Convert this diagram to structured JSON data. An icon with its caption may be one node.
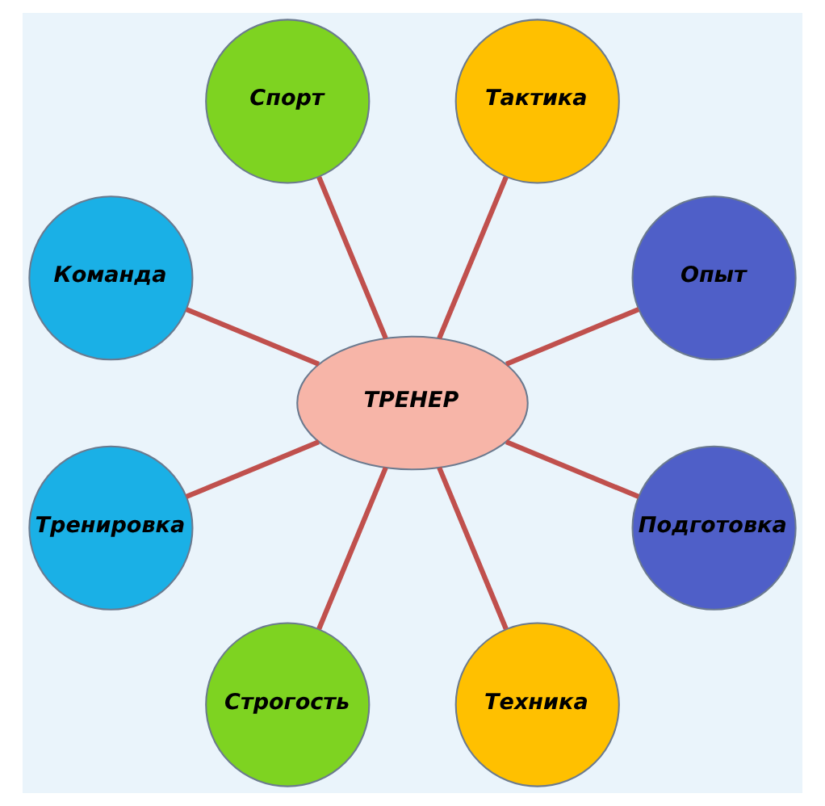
{
  "diagram": {
    "nodes": [
      {
        "text": [
          "Опыт"
        ]
      },
      {
        "text": [
          "Тактика"
        ]
      },
      {
        "text": [
          "Спорт"
        ]
      },
      {
        "text": [
          "Команда"
        ]
      },
      {
        "text": [
          "ТРЕНЕР"
        ]
      },
      {
        "text": [
          "Тренировка"
        ]
      },
      {
        "text": [
          "Строгость"
        ]
      },
      {
        "text": [
          "Техника"
        ]
      },
      {
        "text": [
          "Подготовка"
        ]
      }
    ],
    "edges": [
      {
        "from": 4,
        "to": 0,
        "arrow": "none"
      },
      {
        "from": 4,
        "to": 2,
        "arrow": "none"
      },
      {
        "from": 4,
        "to": 5,
        "arrow": "none"
      },
      {
        "from": 4,
        "to": 7,
        "arrow": "none"
      },
      {
        "from": 4,
        "to": 8,
        "arrow": "none"
      },
      {
        "from": 4,
        "to": 6,
        "arrow": "none"
      },
      {
        "from": 4,
        "to": 3,
        "arrow": "none"
      },
      {
        "from": 4,
        "to": 1,
        "arrow": "none"
      }
    ]
  }
}
